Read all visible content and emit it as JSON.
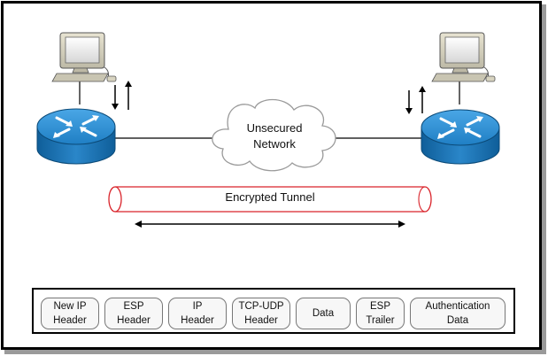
{
  "cloud": {
    "label": "Unsecured\nNetwork"
  },
  "tunnel": {
    "label": "Encrypted Tunnel"
  },
  "packet": {
    "fields": [
      "New IP\nHeader",
      "ESP\nHeader",
      "IP\nHeader",
      "TCP-UDP\nHeader",
      "Data",
      "ESP\nTrailer",
      "Authentication\nData"
    ]
  },
  "colors": {
    "router_blue": "#1f7fc4",
    "tunnel_red": "#d9232a",
    "monitor_beige": "#d8d4c0",
    "cloud_stroke": "#9a9a9a"
  },
  "icons": [
    "computer-icon",
    "router-icon",
    "cloud-icon",
    "arrow-icon"
  ]
}
